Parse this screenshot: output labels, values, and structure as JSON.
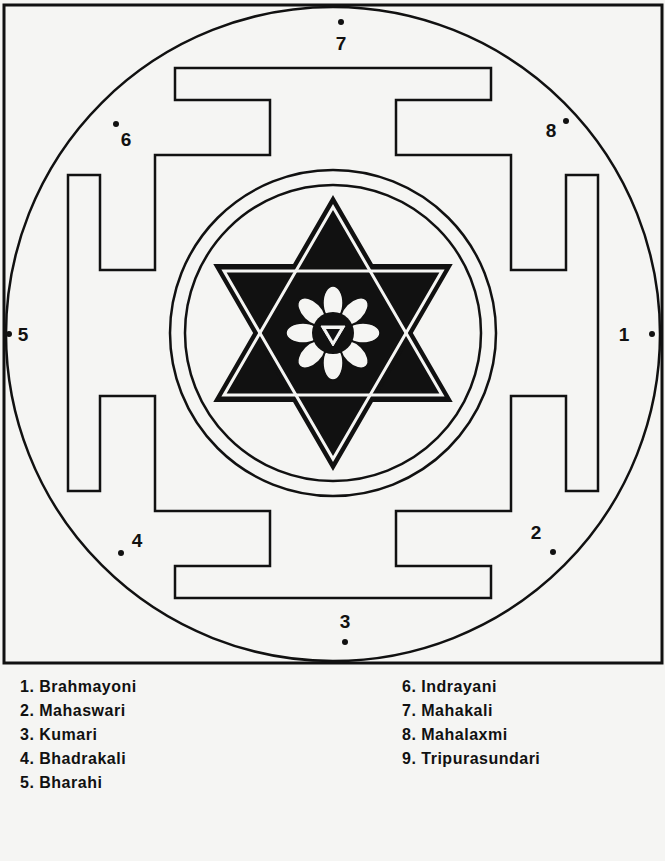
{
  "diagram": {
    "labels": [
      "7",
      "6",
      "8",
      "5",
      "1",
      "4",
      "2",
      "3",
      "1. Brahmayoni",
      "2. Mahaswari",
      "3. Kumari",
      "4. Bhadrakali",
      "5. Bharahi",
      "6. Indrayani",
      "7. Mahakali",
      "8. Mahalaxmi",
      "9. Tripurasundari"
    ]
  }
}
